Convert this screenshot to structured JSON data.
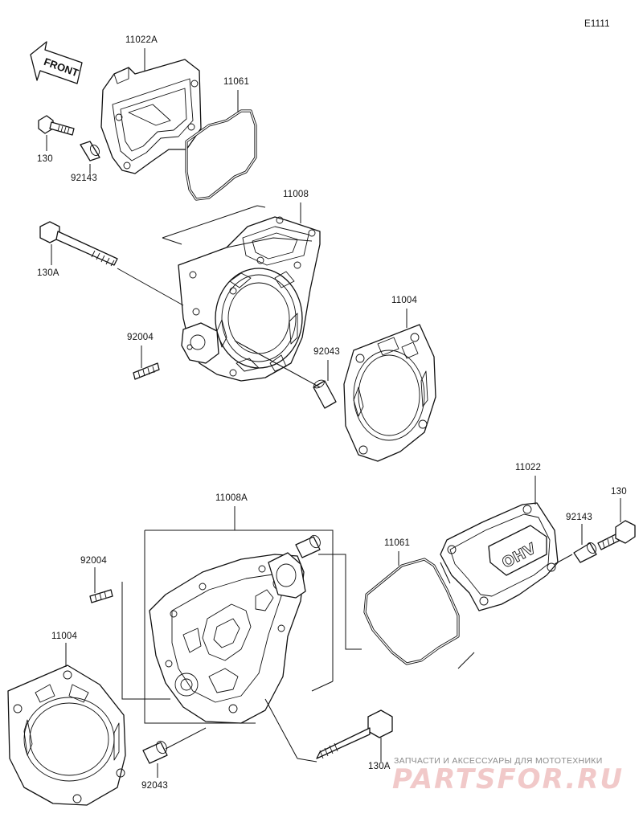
{
  "diagram_code": "E1111",
  "front_label": "FRONT",
  "parts": {
    "p11022A": "11022A",
    "p11061_top": "11061",
    "p130_top": "130",
    "p92143_top": "92143",
    "p11008": "11008",
    "p130A_top": "130A",
    "p11004_top": "11004",
    "p92004_top": "92004",
    "p92043_top": "92043",
    "p11008A": "11008A",
    "p11022": "11022",
    "p130_right": "130",
    "p92143_right": "92143",
    "p11061_right": "11061",
    "p92004_bottom": "92004",
    "p11004_bottom": "11004",
    "p92043_bottom": "92043",
    "p130A_bottom": "130A"
  },
  "cover_emblem": "OHV",
  "watermark": {
    "line": "ЗАПЧАСТИ И АКСЕССУАРЫ ДЛЯ МОТОТЕХНИКИ",
    "logo": "PARTSFOR.RU"
  }
}
